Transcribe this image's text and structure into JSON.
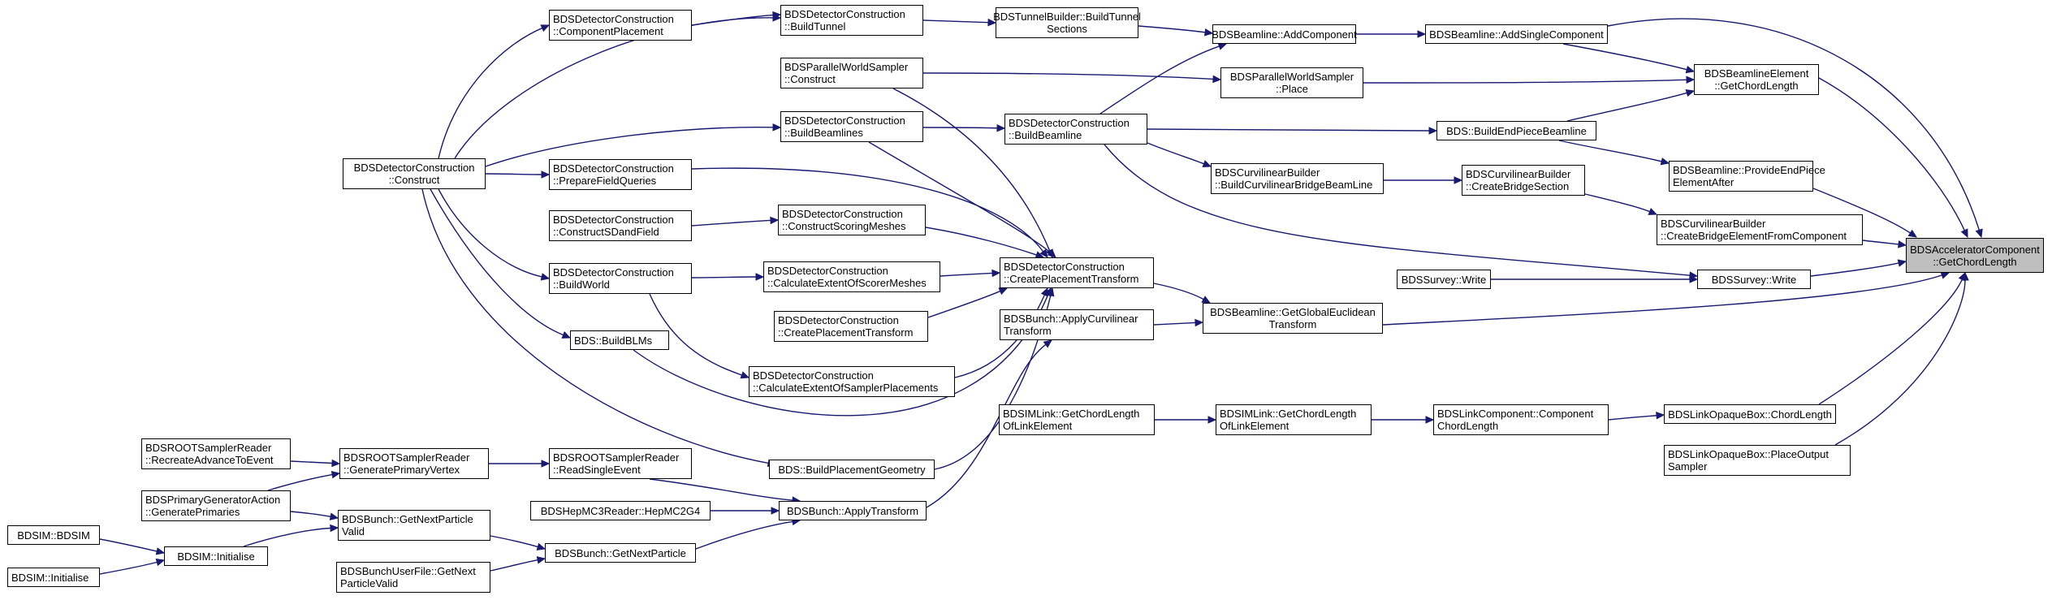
{
  "colors": {
    "edge": "#191970",
    "root_fill": "#bfbfbf",
    "node_border": "#000000",
    "node_fill": "#ffffff"
  },
  "nodes": {
    "root": [
      "BDSAcceleratorComponent",
      "::GetChordLength"
    ],
    "compPlacement": [
      "BDSDetectorConstruction",
      "::ComponentPlacement"
    ],
    "buildTunnel": [
      "BDSDetectorConstruction",
      "::BuildTunnel"
    ],
    "tunnelBuilder": [
      "BDSTunnelBuilder::BuildTunnel",
      "Sections"
    ],
    "addComponent": [
      "BDSBeamline::AddComponent"
    ],
    "addSingle": [
      "BDSBeamline::AddSingleComponent"
    ],
    "pwsConstruct": [
      "BDSParallelWorldSampler",
      "::Construct"
    ],
    "pwsPlace": [
      "BDSParallelWorldSampler",
      "::Place"
    ],
    "beChord": [
      "BDSBeamlineElement",
      "::GetChordLength"
    ],
    "dcConstruct": [
      "BDSDetectorConstruction",
      "::Construct"
    ],
    "buildBeamlines": [
      "BDSDetectorConstruction",
      "::BuildBeamlines"
    ],
    "buildBeamline": [
      "BDSDetectorConstruction",
      "::BuildBeamline"
    ],
    "buildEndPiece": [
      "BDS::BuildEndPieceBeamline"
    ],
    "prepFieldQ": [
      "BDSDetectorConstruction",
      "::PrepareFieldQueries"
    ],
    "curvBridgeBeamLine": [
      "BDSCurvilinearBuilder",
      "::BuildCurvilinearBridgeBeamLine"
    ],
    "createBridgeSection": [
      "BDSCurvilinearBuilder",
      "::CreateBridgeSection"
    ],
    "provideEndPiece": [
      "BDSBeamline::ProvideEndPiece",
      "ElementAfter"
    ],
    "constructSD": [
      "BDSDetectorConstruction",
      "::ConstructSDandField"
    ],
    "scoringMeshes": [
      "BDSDetectorConstruction",
      "::ConstructScoringMeshes"
    ],
    "createBridgeElem": [
      "BDSCurvilinearBuilder",
      "::CreateBridgeElementFromComponent"
    ],
    "buildWorld": [
      "BDSDetectorConstruction",
      "::BuildWorld"
    ],
    "calcScorer": [
      "BDSDetectorConstruction",
      "::CalculateExtentOfScorerMeshes"
    ],
    "createPlacementMain": [
      "BDSDetectorConstruction",
      "::CreatePlacementTransform"
    ],
    "surveyWrite1": [
      "BDSSurvey::Write"
    ],
    "surveyWrite2": [
      "BDSSurvey::Write"
    ],
    "createPlacement2": [
      "BDSDetectorConstruction",
      "::CreatePlacementTransform"
    ],
    "bunchCurv": [
      "BDSBunch::ApplyCurvilinear",
      "Transform"
    ],
    "globalEuclid": [
      "BDSBeamline::GetGlobalEuclidean",
      "Transform"
    ],
    "buildBLMs": [
      "BDS::BuildBLMs"
    ],
    "calcSampler": [
      "BDSDetectorConstruction",
      "::CalculateExtentOfSamplerPlacements"
    ],
    "imlink1": [
      "BDSIMLink::GetChordLength",
      "OfLinkElement"
    ],
    "imlink2": [
      "BDSIMLink::GetChordLength",
      "OfLinkElement"
    ],
    "linkComponent": [
      "BDSLinkComponent::Component",
      "ChordLength"
    ],
    "opaqueChord": [
      "BDSLinkOpaqueBox::ChordLength"
    ],
    "rootRecreate": [
      "BDSROOTSamplerReader",
      "::RecreateAdvanceToEvent"
    ],
    "rootGenerate": [
      "BDSROOTSamplerReader",
      "::GeneratePrimaryVertex"
    ],
    "rootReadSingle": [
      "BDSROOTSamplerReader",
      "::ReadSingleEvent"
    ],
    "buildPlacementGeom": [
      "BDS::BuildPlacementGeometry"
    ],
    "opaquePlaceOutput": [
      "BDSLinkOpaqueBox::PlaceOutput",
      "Sampler"
    ],
    "pgaGenerate": [
      "BDSPrimaryGeneratorAction",
      "::GeneratePrimaries"
    ],
    "hepmc": [
      "BDSHepMC3Reader::HepMC2G4"
    ],
    "applyTransform": [
      "BDSBunch::ApplyTransform"
    ],
    "bdsimBdsim": [
      "BDSIM::BDSIM"
    ],
    "getNextValid": [
      "BDSBunch::GetNextParticle",
      "Valid"
    ],
    "bdsimInitialise": [
      "BDSIM::Initialise"
    ],
    "getNextParticle": [
      "BDSBunch::GetNextParticle"
    ],
    "bdsimInitialise2": [
      "BDSIM::Initialise"
    ],
    "userFileNext": [
      "BDSBunchUserFile::GetNext",
      "ParticleValid"
    ]
  }
}
